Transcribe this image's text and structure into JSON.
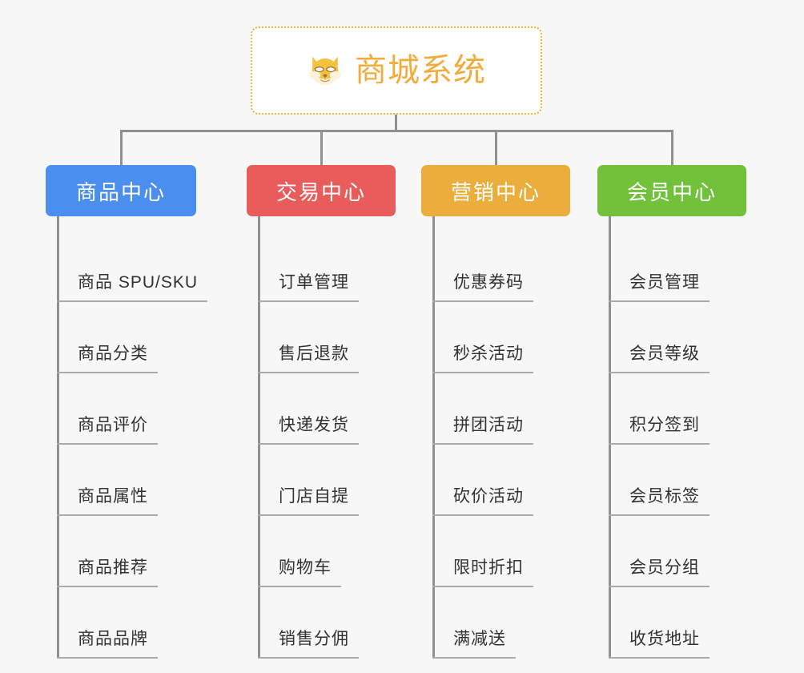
{
  "diagram": {
    "type": "mindmap",
    "background_color": "#f7f7f7",
    "root": {
      "title": "商城系统",
      "icon": "dog-face-emoji",
      "border_color": "#f0b429",
      "text_color": "#f0ad3e"
    },
    "connector_color": "#909090",
    "columns": [
      {
        "label": "商品中心",
        "color": "#4A8EF0",
        "items": [
          "商品 SPU/SKU",
          "商品分类",
          "商品评价",
          "商品属性",
          "商品推荐",
          "商品品牌"
        ]
      },
      {
        "label": "交易中心",
        "color": "#E95C5C",
        "items": [
          "订单管理",
          "售后退款",
          "快递发货",
          "门店自提",
          "购物车",
          "销售分佣"
        ]
      },
      {
        "label": "营销中心",
        "color": "#EBAE3C",
        "items": [
          "优惠券码",
          "秒杀活动",
          "拼团活动",
          "砍价活动",
          "限时折扣",
          "满减送"
        ]
      },
      {
        "label": "会员中心",
        "color": "#72C13B",
        "items": [
          "会员管理",
          "会员等级",
          "积分签到",
          "会员标签",
          "会员分组",
          "收货地址"
        ]
      }
    ]
  }
}
